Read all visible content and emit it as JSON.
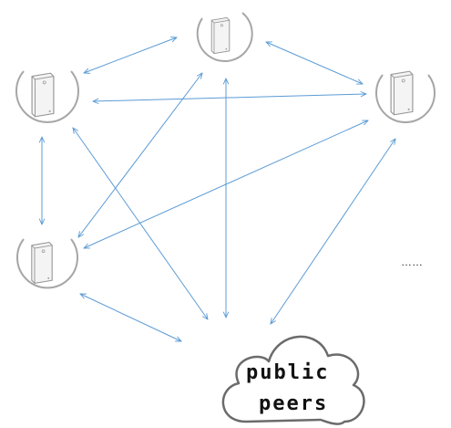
{
  "nodes": [
    {
      "id": "node-top",
      "icon": "storage-server-icon"
    },
    {
      "id": "node-left-top",
      "icon": "storage-server-icon"
    },
    {
      "id": "node-right",
      "icon": "storage-server-icon"
    },
    {
      "id": "node-left-bottom",
      "icon": "storage-server-icon"
    }
  ],
  "cloud": {
    "icon": "cloud-icon",
    "line1": "public",
    "line2": "peers"
  },
  "more_indicator": "……",
  "connections": [
    [
      "node-top",
      "node-left-top"
    ],
    [
      "node-top",
      "node-right"
    ],
    [
      "node-left-top",
      "node-right"
    ],
    [
      "node-left-top",
      "node-left-bottom"
    ],
    [
      "node-top",
      "node-left-bottom"
    ],
    [
      "node-right",
      "node-left-bottom"
    ],
    [
      "node-left-top",
      "cloud"
    ],
    [
      "node-top",
      "cloud"
    ],
    [
      "node-right",
      "cloud"
    ],
    [
      "node-left-bottom",
      "cloud"
    ]
  ],
  "colors": {
    "arrow": "#5b9bd5",
    "ring": "#a6a6a6",
    "server_fill": "#f4f4f4",
    "server_stroke": "#9a9a9a",
    "cloud_stroke": "#6b6b6b"
  }
}
